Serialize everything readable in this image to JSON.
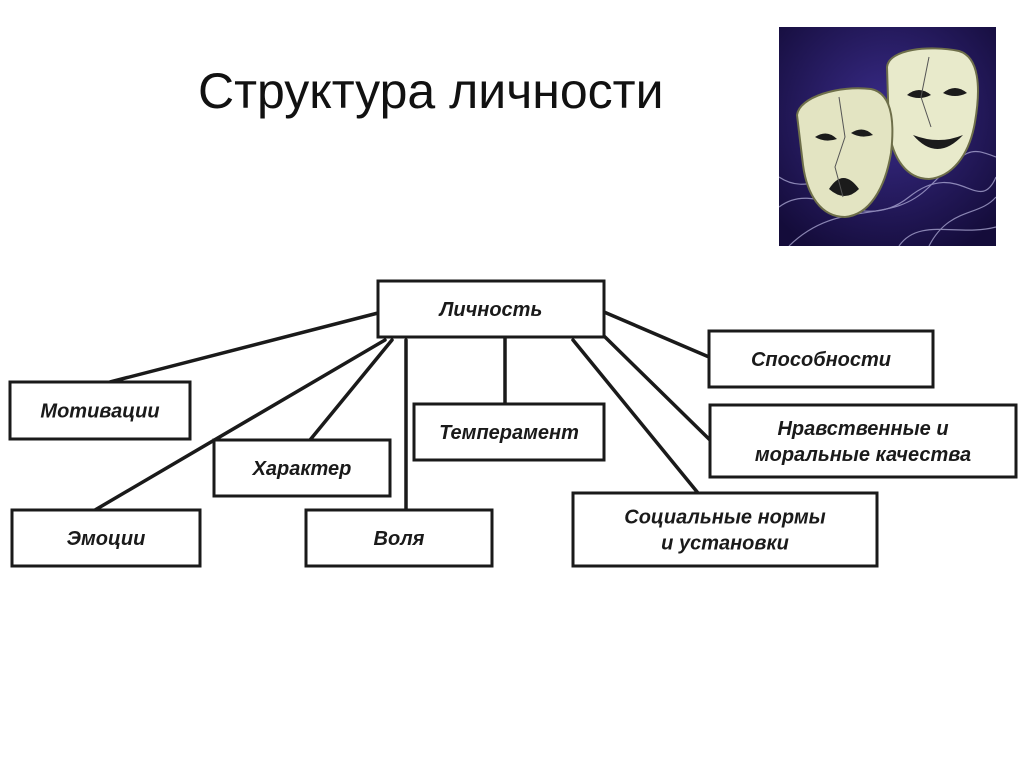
{
  "slide": {
    "title": "Структура личности"
  },
  "diagram": {
    "root": {
      "id": "root",
      "label": "Личность"
    },
    "nodes": [
      {
        "id": "motivation",
        "lines": [
          "Мотивации"
        ]
      },
      {
        "id": "emotions",
        "lines": [
          "Эмоции"
        ]
      },
      {
        "id": "character",
        "lines": [
          "Характер"
        ]
      },
      {
        "id": "will",
        "lines": [
          "Воля"
        ]
      },
      {
        "id": "temperament",
        "lines": [
          "Темперамент"
        ]
      },
      {
        "id": "abilities",
        "lines": [
          "Способности"
        ]
      },
      {
        "id": "moral",
        "lines": [
          "Нравственные и",
          "моральные качества"
        ]
      },
      {
        "id": "social",
        "lines": [
          "Социальные нормы",
          "и установки"
        ]
      }
    ]
  },
  "image": {
    "icon": "theatre-masks-icon",
    "colors": {
      "background": "#2a1f6e",
      "mask": "#e6e8c8"
    }
  }
}
